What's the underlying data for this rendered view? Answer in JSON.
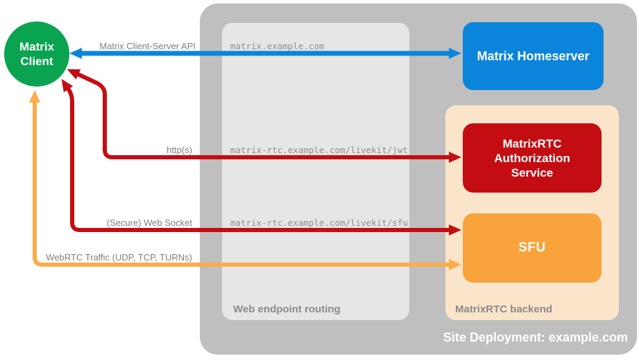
{
  "colors": {
    "canvas-bg": "#ffffff",
    "site-gray": "#bfbfbf",
    "routing-gray": "#e7e6e6",
    "backend-peach": "#fbe5ca",
    "client-green": "#0aa451",
    "homeserver-blue": "#0b85db",
    "service-red": "#c40d12",
    "sfu-orange": "#f9a33c",
    "arrow-blue": "#0b85db",
    "arrow-red": "#c40d12",
    "arrow-orange": "#faac4d",
    "label-gray": "#7f7f7f",
    "mono-gray": "#8f8f8f",
    "container-label-gray": "#8a8a8a",
    "white": "#ffffff"
  },
  "nodes": {
    "client": {
      "line1": "Matrix",
      "line2": "Client"
    },
    "homeserver": {
      "label": "Matrix Homeserver"
    },
    "auth": {
      "label": "MatrixRTC Authorization Service"
    },
    "sfu": {
      "label": "SFU"
    }
  },
  "containers": {
    "site": {
      "label": "Site Deployment: example.com"
    },
    "routing": {
      "label": "Web endpoint routing"
    },
    "backend": {
      "label": "MatrixRTC backend"
    }
  },
  "arrows": {
    "client_server": {
      "label": "Matrix Client-Server API",
      "endpoint": "matrix.example.com"
    },
    "http": {
      "label": "http(s)",
      "endpoint": "matrix-rtc.example.com/livekit/jwt"
    },
    "websocket": {
      "label": "(Secure) Web Socket",
      "endpoint": "matrix-rtc.example.com/livekit/sfu"
    },
    "webrtc": {
      "label": "WebRTC Traffic (UDP, TCP, TURNs)"
    }
  }
}
